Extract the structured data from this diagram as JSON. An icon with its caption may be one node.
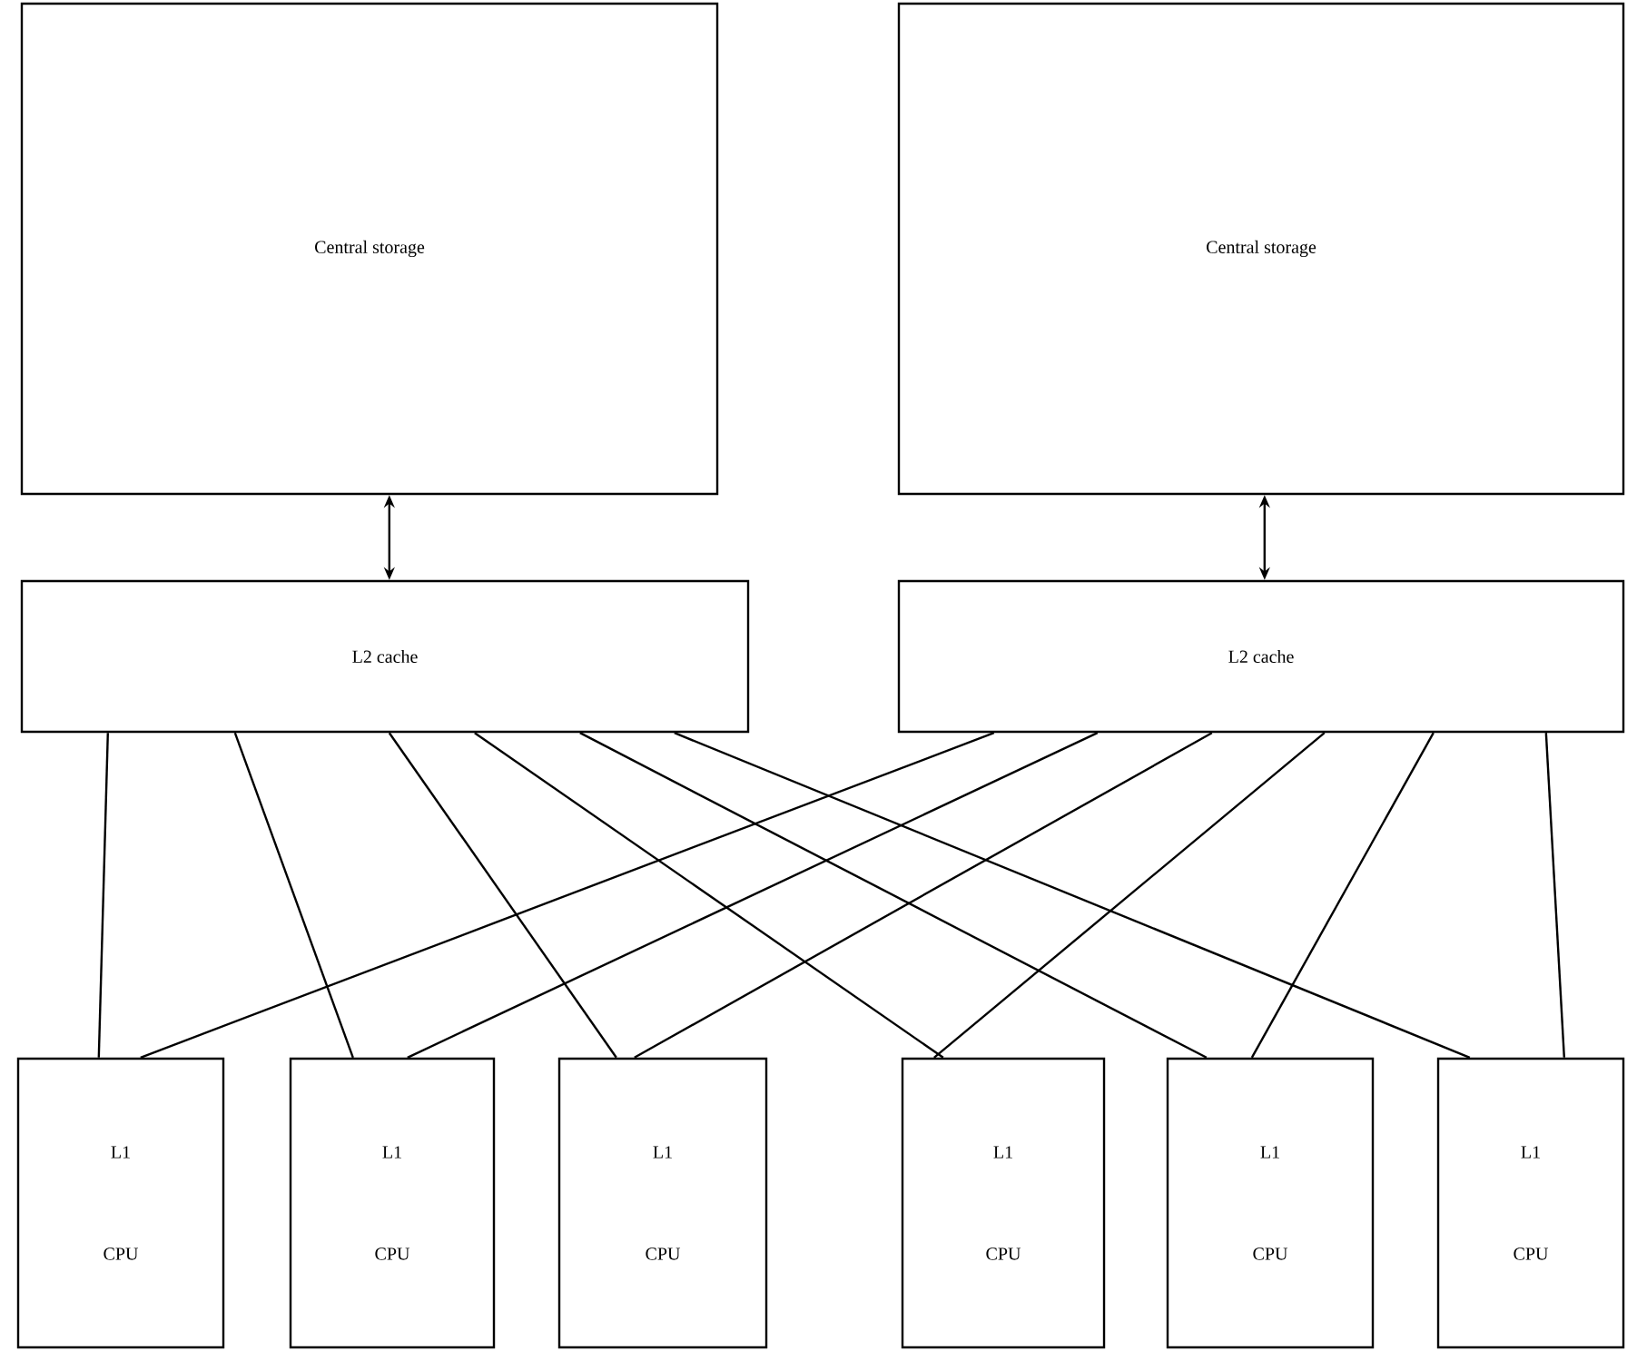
{
  "diagram": {
    "nodes": [
      {
        "text": [
          "Central storage"
        ]
      },
      {
        "text": [
          "Central storage"
        ]
      },
      {
        "text": [
          "L2 cache"
        ]
      },
      {
        "text": [
          "L2 cache"
        ]
      },
      {
        "text": [
          "L1",
          "CPU"
        ]
      },
      {
        "text": [
          "L1",
          "CPU"
        ]
      },
      {
        "text": [
          "L1",
          "CPU"
        ]
      },
      {
        "text": [
          "L1",
          "CPU"
        ]
      },
      {
        "text": [
          "L1",
          "CPU"
        ]
      },
      {
        "text": [
          "L1",
          "CPU"
        ]
      }
    ],
    "edges": [
      {
        "from": 0,
        "to": 2,
        "arrow": "both"
      },
      {
        "from": 1,
        "to": 3,
        "arrow": "both"
      },
      {
        "from": 2,
        "to": 4,
        "arrow": "none"
      },
      {
        "from": 2,
        "to": 5,
        "arrow": "none"
      },
      {
        "from": 2,
        "to": 6,
        "arrow": "none"
      },
      {
        "from": 2,
        "to": 7,
        "arrow": "none"
      },
      {
        "from": 2,
        "to": 8,
        "arrow": "none"
      },
      {
        "from": 2,
        "to": 9,
        "arrow": "none"
      },
      {
        "from": 3,
        "to": 4,
        "arrow": "none"
      },
      {
        "from": 3,
        "to": 5,
        "arrow": "none"
      },
      {
        "from": 3,
        "to": 6,
        "arrow": "none"
      },
      {
        "from": 3,
        "to": 7,
        "arrow": "none"
      },
      {
        "from": 3,
        "to": 8,
        "arrow": "none"
      },
      {
        "from": 3,
        "to": 9,
        "arrow": "none"
      }
    ]
  }
}
